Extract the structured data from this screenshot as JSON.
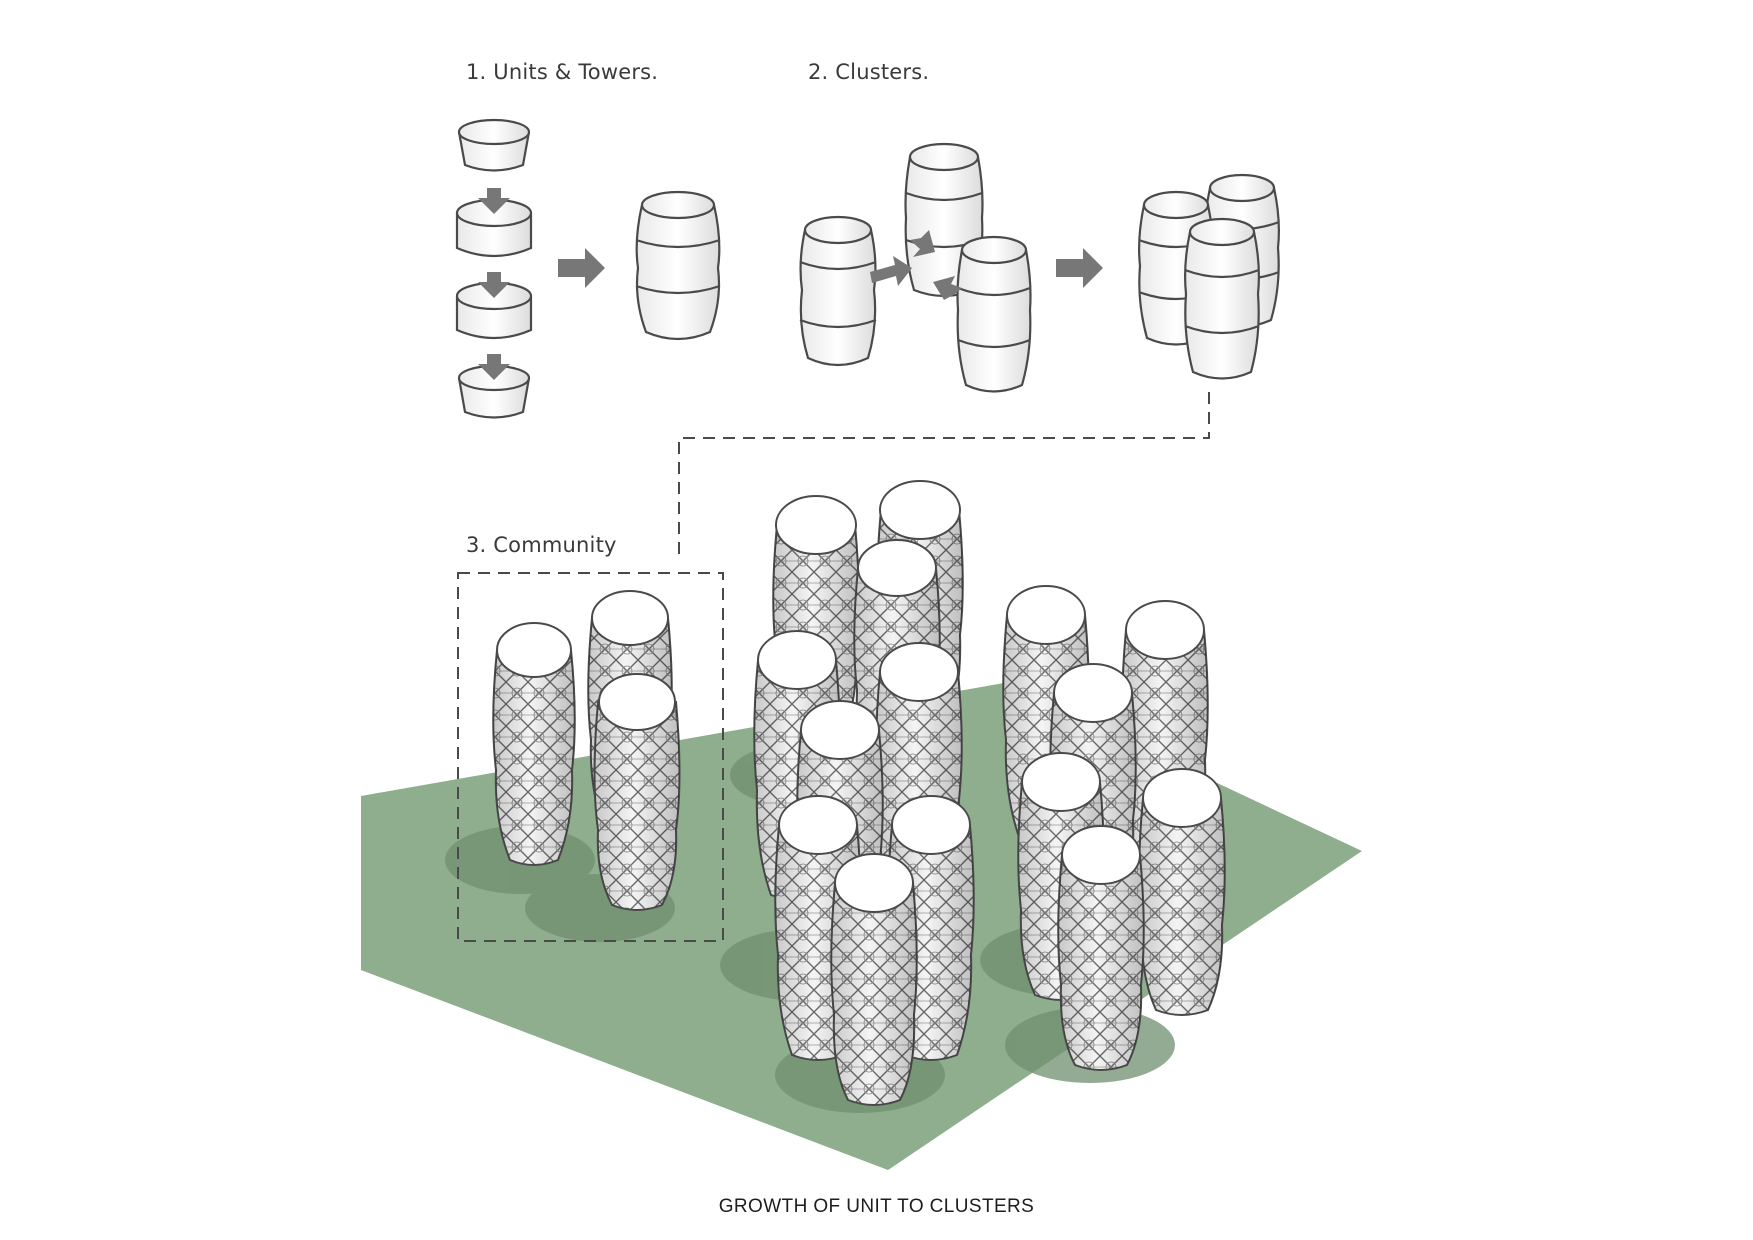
{
  "steps": [
    {
      "label": "1. Units & Towers."
    },
    {
      "label": "2. Clusters."
    },
    {
      "label": "3. Community"
    }
  ],
  "caption": "GROWTH OF UNIT TO CLUSTERS",
  "colors": {
    "ground": "#8fae8e",
    "ground_edge": "#7d9c7c",
    "shadow": "#6f8f6e",
    "outline": "#4a4a4a",
    "arrow": "#7a7a7a",
    "lattice": "#5a5a5a",
    "tower_fill": "#f2f2f2"
  },
  "icons": [
    "down-arrow-icon",
    "right-arrow-icon"
  ]
}
